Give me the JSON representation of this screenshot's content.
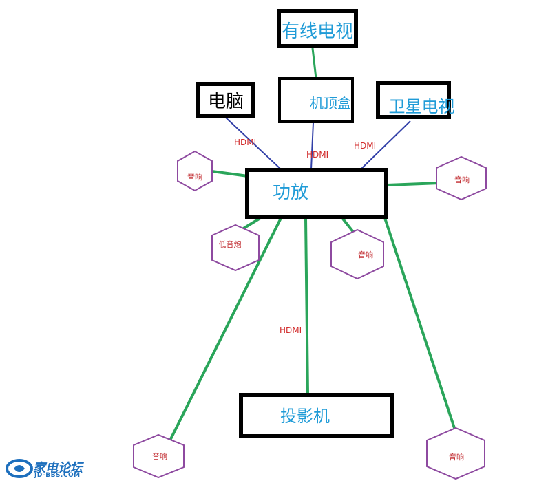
{
  "devices": {
    "cable_tv": "有线电视",
    "computer": "电脑",
    "set_top_box": "机顶盒",
    "satellite_tv": "卫星电视",
    "amplifier": "功放",
    "projector": "投影机"
  },
  "connections": {
    "hdmi_computer": "HDMI",
    "hdmi_settop": "HDMI",
    "hdmi_satellite": "HDMI",
    "hdmi_projector": "HDMI"
  },
  "speakers": {
    "left_upper": "音响",
    "right_upper": "音响",
    "subwoofer": "低音炮",
    "center": "音响",
    "rear_left": "音响",
    "rear_right": "音响"
  },
  "logo": {
    "main": "家电论坛",
    "sub": "JD-BBS.COM"
  },
  "colors": {
    "cable_line": "#2aa55a",
    "hdmi_line": "#3240a8",
    "speaker_line": "#2aa55a",
    "hexagon_stroke": "#8e4aa0",
    "box_text": "#1f9bd7",
    "label_red": "#d12a2a"
  }
}
